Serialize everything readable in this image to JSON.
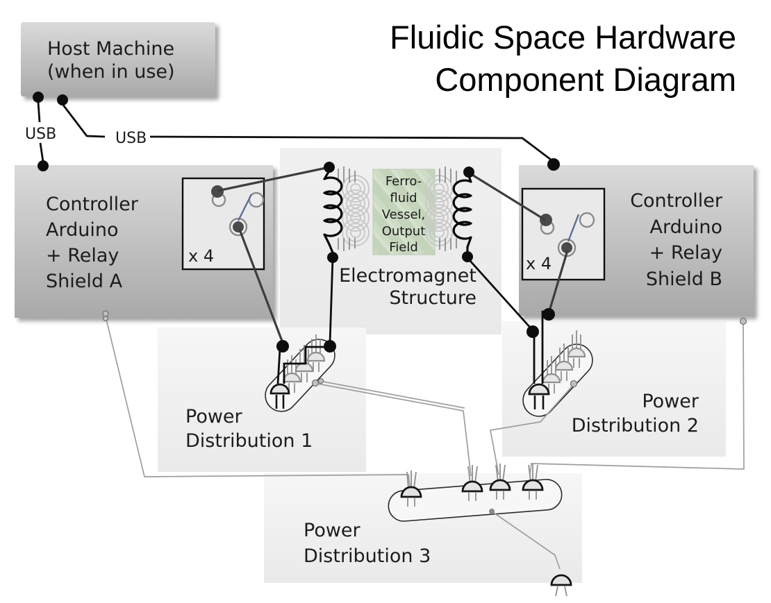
{
  "title": {
    "line1": "Fluidic Space Hardware",
    "line2": "Component Diagram"
  },
  "host_machine": {
    "line1": "Host Machine",
    "line2": "(when in use)"
  },
  "usb_links": {
    "label_a": "USB",
    "label_b": "USB"
  },
  "controller_shield_a": {
    "line1": "Controller",
    "line2": "Arduino",
    "line3": "+ Relay",
    "line4": "Shield A",
    "relay_multiplier": "x 4"
  },
  "controller_shield_b": {
    "line1": "Controller",
    "line2": "Arduino",
    "line3": "+ Relay",
    "line4": "Shield B",
    "relay_multiplier": "x 4"
  },
  "electromagnet_structure": {
    "line1": "Electromagnet",
    "line2": "Structure"
  },
  "ferrofluid_vessel": {
    "line1": "Ferro-",
    "line2": "fluid",
    "line3": "Vessel,",
    "line4": "Output",
    "line5": "Field"
  },
  "power_distribution_1": {
    "line1": "Power",
    "line2": "Distribution 1"
  },
  "power_distribution_2": {
    "line1": "Power",
    "line2": "Distribution 2"
  },
  "power_distribution_3": {
    "line1": "Power",
    "line2": "Distribution 3"
  },
  "colors": {
    "panel_gradient_top": "#d9d9d9",
    "panel_gradient_bottom": "#a9a9a9",
    "light_panel": "#f3f3f3",
    "electromagnet_panel": "#ededed",
    "vessel_green": "#cddcc5",
    "vessel_green_dark": "#c3d4ba",
    "wire_black": "#0d0d0d",
    "cord_gray": "#9e9e9e",
    "relay_armature_blue": "#5d6d91"
  }
}
